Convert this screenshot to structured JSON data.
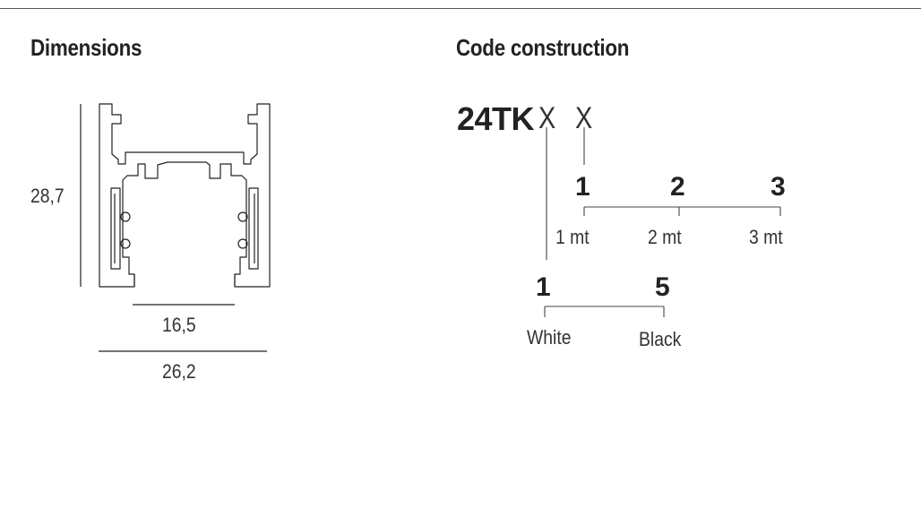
{
  "dimensions": {
    "heading": "Dimensions",
    "height_label": "28,7",
    "inner_width_label": "16,5",
    "outer_width_label": "26,2"
  },
  "code": {
    "heading": "Code construction",
    "prefix": "24TK",
    "slot1": "X",
    "slot2": "X",
    "length_options": [
      {
        "code": "1",
        "label": "1 mt"
      },
      {
        "code": "2",
        "label": "2 mt"
      },
      {
        "code": "3",
        "label": "3 mt"
      }
    ],
    "color_options": [
      {
        "code": "1",
        "label": "White"
      },
      {
        "code": "5",
        "label": "Black"
      }
    ]
  }
}
